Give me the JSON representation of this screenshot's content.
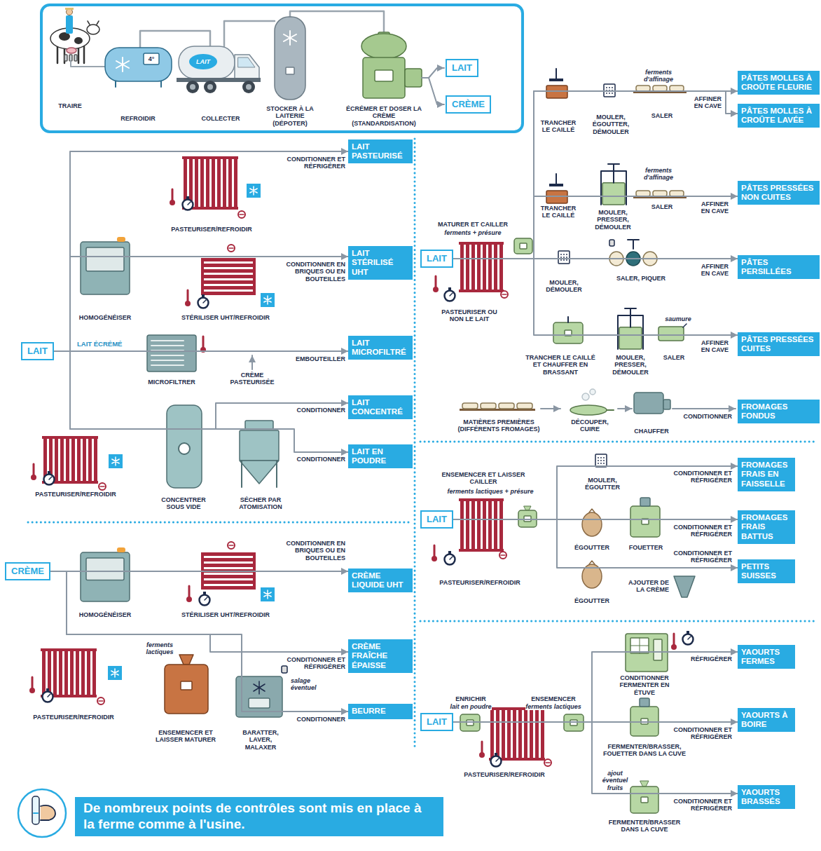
{
  "diagram": {
    "nodes": [
      {
        "text": [
          "TRAIRE",
          "REFROIDIR",
          "COLLECTER",
          "STOCKER À LA LAITERIE (DÉPOTER)",
          "ÉCRÉMER ET DOSER LA CRÈME (STANDARDISATION)"
        ]
      },
      {
        "text": [
          "LAIT"
        ],
        "in": 0
      },
      {
        "text": [
          "CRÈME"
        ],
        "in": 0
      },
      {
        "text": [
          "LAIT"
        ]
      },
      {
        "text": [
          "LAIT PASTEURISÉ"
        ]
      },
      {
        "text": [
          "LAIT STÉRILISÉ UHT"
        ]
      },
      {
        "text": [
          "LAIT MICROFILTRÉ"
        ]
      },
      {
        "text": [
          "LAIT CONCENTRÉ"
        ]
      },
      {
        "text": [
          "LAIT EN POUDRE"
        ]
      },
      {
        "text": [
          "CRÈME"
        ]
      },
      {
        "text": [
          "CRÈME LIQUIDE UHT"
        ]
      },
      {
        "text": [
          "CRÈME FRAÎCHE ÉPAISSE"
        ]
      },
      {
        "text": [
          "BEURRE"
        ]
      },
      {
        "text": [
          "LAIT"
        ]
      },
      {
        "text": [
          "PÂTES MOLLES À CROÛTE FLEURIE"
        ]
      },
      {
        "text": [
          "PÂTES MOLLES À CROÛTE LAVÉE"
        ]
      },
      {
        "text": [
          "PÂTES PRESSÉES NON CUITES"
        ]
      },
      {
        "text": [
          "PÂTES PERSILLÉES"
        ]
      },
      {
        "text": [
          "PÂTES PRESSÉES CUITES"
        ]
      },
      {
        "text": [
          "FROMAGES FONDUS"
        ]
      },
      {
        "text": [
          "LAIT"
        ]
      },
      {
        "text": [
          "FROMAGES FRAIS EN FAISSELLE"
        ]
      },
      {
        "text": [
          "FROMAGES FRAIS BATTUS"
        ]
      },
      {
        "text": [
          "PETITS SUISSES"
        ]
      },
      {
        "text": [
          "LAIT"
        ]
      },
      {
        "text": [
          "YAOURTS FERMES"
        ]
      },
      {
        "text": [
          "YAOURTS À BOIRE"
        ]
      },
      {
        "text": [
          "YAOURTS BRASSÉS"
        ]
      },
      {
        "text": [
          "De nombreux points de contrôles sont mis en place à la ferme comme à l'usine."
        ]
      }
    ],
    "edges": [
      {
        "from": 3,
        "to": 4,
        "arrow": "to"
      },
      {
        "from": 3,
        "to": 5,
        "arrow": "to"
      },
      {
        "from": 3,
        "to": 6,
        "label": "LAIT ÉCRÉMÉ",
        "arrow": "to"
      },
      {
        "from": 3,
        "to": 7,
        "arrow": "to"
      },
      {
        "from": 3,
        "to": 8,
        "arrow": "to"
      },
      {
        "from": 9,
        "to": 10,
        "arrow": "to"
      },
      {
        "from": 9,
        "to": 11,
        "arrow": "to"
      },
      {
        "from": 9,
        "to": 12,
        "arrow": "to"
      },
      {
        "from": 13,
        "to": 14,
        "arrow": "to"
      },
      {
        "from": 13,
        "to": 15,
        "arrow": "to"
      },
      {
        "from": 13,
        "to": 16,
        "arrow": "to"
      },
      {
        "from": 13,
        "to": 17,
        "arrow": "to"
      },
      {
        "from": 13,
        "to": 18,
        "arrow": "to"
      },
      {
        "from": 20,
        "to": 21,
        "arrow": "to"
      },
      {
        "from": 20,
        "to": 22,
        "arrow": "to"
      },
      {
        "from": 20,
        "to": 23,
        "arrow": "to"
      },
      {
        "from": 24,
        "to": 25,
        "arrow": "to"
      },
      {
        "from": 24,
        "to": 26,
        "arrow": "to"
      },
      {
        "from": 24,
        "to": 27,
        "arrow": "to"
      }
    ],
    "labels": [
      "4°",
      "LAIT",
      "CONDITIONNER ET RÉFRIGÉRER",
      "PASTEURISER/REFROIDIR",
      "CONDITIONNER EN BRIQUES OU EN BOUTEILLES",
      "HOMOGÉNÉISER",
      "STÉRILISER UHT/REFROIDIR",
      "EMBOUTEILLER",
      "MICROFILTRER",
      "CRÈME PASTEURISÉE",
      "CONDITIONNER",
      "CONDITIONNER",
      "PASTEURISER/REFROIDIR",
      "CONCENTRER SOUS VIDE",
      "SÉCHER PAR ATOMISATION",
      "CONDITIONNER EN BRIQUES OU EN BOUTEILLES",
      "HOMOGÉNÉISER",
      "STÉRILISER UHT/REFROIDIR",
      "ferments lactiques",
      "CONDITIONNER ET RÉFRIGÉRER",
      "salage éventuel",
      "CONDITIONNER",
      "PASTEURISER/REFROIDIR",
      "ENSEMENCER ET LAISSER MATURER",
      "BARATTER, LAVER, MALAXER",
      "ferments d'affinage",
      "TRANCHER LE CAILLÉ",
      "MOULER, ÉGOUTTER, DÉMOULER",
      "SALER",
      "AFFINER EN CAVE",
      "ferments d'affinage",
      "TRANCHER LE CAILLÉ",
      "MOULER, PRESSER, DÉMOULER",
      "SALER",
      "AFFINER EN CAVE",
      "MATURER ET CAILLER",
      "ferments + présure",
      "PASTEURISER OU NON LE LAIT",
      "MOULER, DÉMOULER",
      "SALER, PIQUER",
      "AFFINER EN CAVE",
      "saumure",
      "TRANCHER LE CAILLÉ ET CHAUFFER EN BRASSANT",
      "MOULER, PRESSER, DÉMOULER",
      "SALER",
      "AFFINER EN CAVE",
      "MATIÈRES PREMIÈRES (DIFFÉRENTS FROMAGES)",
      "DÉCOUPER, CUIRE",
      "CHAUFFER",
      "CONDITIONNER",
      "ENSEMENCER ET LAISSER CAILLER",
      "ferments lactiques + présure",
      "MOULER, ÉGOUTTER",
      "CONDITIONNER ET RÉFRIGÉRER",
      "ÉGOUTTER",
      "FOUETTER",
      "CONDITIONNER ET RÉFRIGÉRER",
      "PASTEURISER/REFROIDIR",
      "CONDITIONNER ET RÉFRIGÉRER",
      "ÉGOUTTER",
      "AJOUTER DE LA CRÈME",
      "ENRICHIR",
      "lait en poudre",
      "ENSEMENCER",
      "ferments lactiques",
      "RÉFRIGÉRER",
      "CONDITIONNER FERMENTER EN ÉTUVE",
      "CONDITIONNER ET RÉFRIGÉRER",
      "FERMENTER/BRASSER, FOUETTER DANS LA CUVE",
      "PASTEURISER/REFROIDIR",
      "ajout éventuel fruits",
      "CONDITIONNER ET RÉFRIGÉRER",
      "FERMENTER/BRASSER DANS LA CUVE"
    ]
  }
}
